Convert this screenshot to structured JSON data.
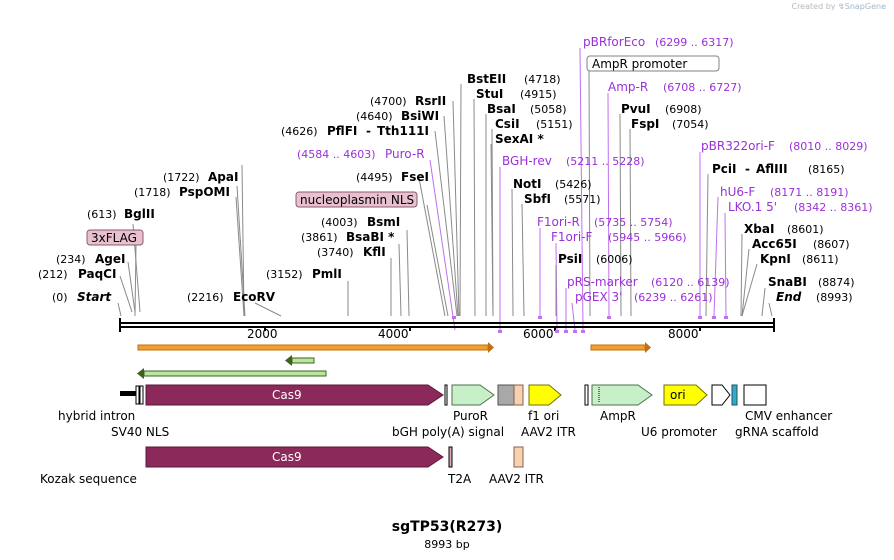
{
  "watermark": {
    "prefix": "Created by",
    "brand": "SnapGene"
  },
  "title": "sgTP53(R273)",
  "subtitle": "8993 bp",
  "colors": {
    "cas9": "#8b2a5a",
    "puro": "#c8f0c8",
    "amp": "#c8f0c8",
    "f1ori": "#ffff00",
    "ori": "#ffff00",
    "aav_itr": "#f8d2b0",
    "bgh": "#a0a0a0",
    "grna": "#33aacc",
    "primer": "#9a30d8",
    "orange_track": "#f0a030",
    "green_track": "#80c040"
  },
  "left_labels": [
    {
      "pos": "(613)",
      "name": "BglII"
    },
    {
      "pos": "(234)",
      "name": "AgeI"
    },
    {
      "pos": "(212)",
      "name": "PaqCI"
    },
    {
      "pos": "(0)",
      "name": "Start"
    },
    {
      "pos": "(1722)",
      "name": "ApaI"
    },
    {
      "pos": "(1718)",
      "name": "PspOMI"
    },
    {
      "pos": "(2216)",
      "name": "EcoRV"
    },
    {
      "pos": "(3152)",
      "name": "PmlI"
    },
    {
      "pos": "(4003)",
      "name": "BsmI"
    },
    {
      "pos": "(3861)",
      "name": "BsaBI *"
    },
    {
      "pos": "(3740)",
      "name": "KflI"
    },
    {
      "pos": "(4495)",
      "name": "FseI"
    },
    {
      "pos": "(4700)",
      "name": "RsrII"
    },
    {
      "pos": "(4640)",
      "name": "BsiWI"
    },
    {
      "pos": "(4626)",
      "name": "PflFI",
      "name2": "Tth111I"
    }
  ],
  "boxed_labels": {
    "flag": "3xFLAG",
    "nls": "nucleoplasmin NLS",
    "amp_promoter": "AmpR promoter"
  },
  "right_labels": [
    {
      "name": "BstEII",
      "pos": "(4718)"
    },
    {
      "name": "StuI",
      "pos": "(4915)"
    },
    {
      "name": "BsaI",
      "pos": "(5058)"
    },
    {
      "name": "CsiI",
      "pos": "(5151)"
    },
    {
      "name": "SexAI *",
      "pos": ""
    },
    {
      "name": "NotI",
      "pos": "(5426)"
    },
    {
      "name": "SbfI",
      "pos": "(5571)"
    },
    {
      "name": "PsiI",
      "pos": "(6006)"
    },
    {
      "name": "PvuI",
      "pos": "(6908)"
    },
    {
      "name": "FspI",
      "pos": "(7054)"
    },
    {
      "name": "PciI",
      "name2": "AflIII",
      "pos": "(8165)"
    },
    {
      "name": "XbaI",
      "pos": "(8601)"
    },
    {
      "name": "Acc65I",
      "pos": "(8607)"
    },
    {
      "name": "KpnI",
      "pos": "(8611)"
    },
    {
      "name": "SnaBI",
      "pos": "(8874)"
    },
    {
      "name": "End",
      "pos": "(8993)"
    }
  ],
  "primers": [
    {
      "name": "Puro-R",
      "pos": "(4584 .. 4603)"
    },
    {
      "name": "pBRforEco",
      "pos": "(6299 .. 6317)"
    },
    {
      "name": "Amp-R",
      "pos": "(6708 .. 6727)"
    },
    {
      "name": "BGH-rev",
      "pos": "(5211 .. 5228)"
    },
    {
      "name": "F1ori-R",
      "pos": "(5735 .. 5754)"
    },
    {
      "name": "F1ori-F",
      "pos": "(5945 .. 5966)"
    },
    {
      "name": "pRS-marker",
      "pos": "(6120 .. 6139)"
    },
    {
      "name": "pGEX 3'",
      "pos": "(6239 .. 6261)"
    },
    {
      "name": "pBR322ori-F",
      "pos": "(8010 .. 8029)"
    },
    {
      "name": "hU6-F",
      "pos": "(8171 .. 8191)"
    },
    {
      "name": "LKO.1 5'",
      "pos": "(8342 .. 8361)"
    }
  ],
  "ruler_ticks": [
    "2000",
    "4000",
    "6000",
    "8000"
  ],
  "features": {
    "cas9_1": "Cas9",
    "cas9_2": "Cas9",
    "ori": "ori",
    "hybrid_intron": "hybrid intron",
    "sv40_nls": "SV40 NLS",
    "puror": "PuroR",
    "bgh": "bGH poly(A) signal",
    "f1ori": "f1 ori",
    "aav2_itr_1": "AAV2 ITR",
    "ampr": "AmpR",
    "u6": "U6 promoter",
    "cmv": "CMV enhancer",
    "grna": "gRNA scaffold",
    "kozak": "Kozak sequence",
    "t2a": "T2A",
    "aav2_itr_2": "AAV2 ITR"
  }
}
